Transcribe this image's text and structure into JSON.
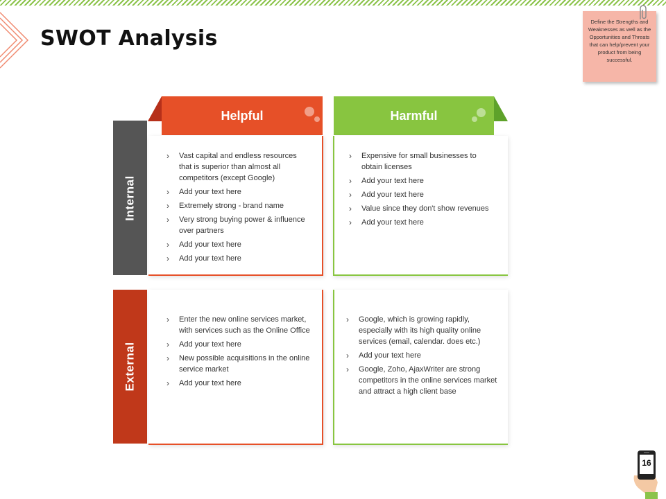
{
  "slide": {
    "title": "SWOT Analysis",
    "page_number": "16"
  },
  "note": {
    "text": "Define the Strengths and Weaknesses as well as the Opportunities and Threats that can help/prevent your product from being successful."
  },
  "columns": {
    "helpful": "Helpful",
    "harmful": "Harmful"
  },
  "rows": {
    "internal": "Internal",
    "external": "External"
  },
  "cells": {
    "strengths": [
      "Vast capital and endless resources that is superior than almost all competitors (except Google)",
      "Add your text here",
      "Extremely strong - brand name",
      "Very strong buying power & influence over partners",
      "Add your text here",
      "Add your text here"
    ],
    "weaknesses": [
      "Expensive for small businesses to obtain licenses",
      "Add your text here",
      "Add your text here",
      "Value since they don't show revenues",
      "Add your text here"
    ],
    "opportunities": [
      "Enter the new online services market, with services such as the Online Office",
      "Add your text here",
      "New possible acquisitions in the online service market",
      "Add your text here"
    ],
    "threats": [
      "Google, which is growing rapidly, especially with its high quality online services (email, calendar. does etc.)",
      "Add your text here",
      "Google, Zoho, AjaxWriter are strong competitors in the online services market and attract a high client base"
    ]
  },
  "colors": {
    "helpful": "#e65028",
    "harmful": "#88c540",
    "internal": "#555555",
    "external": "#c0381a",
    "note": "#f6b6a8"
  }
}
